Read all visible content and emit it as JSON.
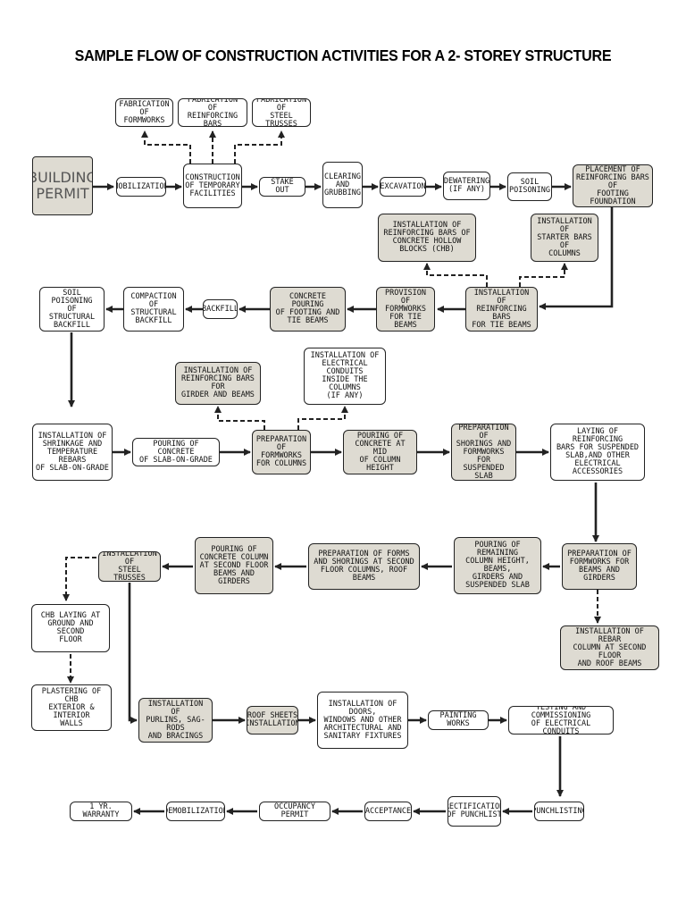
{
  "title": "SAMPLE FLOW OF CONSTRUCTION ACTIVITIES FOR A 2- STOREY STRUCTURE",
  "nodes": {
    "building_permit": "BUILDING\nPERMIT",
    "fab_formworks": "FABRICATION\nOF FORMWORKS",
    "fab_rebar": "FABRICATION OF\nREINFORCING BARS",
    "fab_trusses": "FABRICATION OF\nSTEEL TRUSSES",
    "mobilization": "MOBILIZATION",
    "temp_facilities": "CONSTRUCTION\nOF TEMPORARY\nFACILITIES",
    "stake_out": "STAKE OUT",
    "clearing": "CLEARING\nAND\nGRUBBING",
    "excavation": "EXCAVATION",
    "dewatering": "DEWATERING\n(IF ANY)",
    "soil_poisoning_1": "SOIL\nPOISONING",
    "footing_rebar": "PLACEMENT OF\nREINFORCING BARS OF\nFOOTING FOUNDATION",
    "chb_rebar": "INSTALLATION OF\nREINFORCING BARS OF\nCONCRETE HOLLOW BLOCKS (CHB)",
    "starter_bars": "INSTALLATION OF\nSTARTER BARS OF\nCOLUMNS",
    "tie_beam_rebar": "INSTALLATION OF\nREINFORCING BARS\nFOR TIE BEAMS",
    "tie_beam_forms": "PROVISION OF\nFORMWORKS\nFOR TIE BEAMS",
    "pour_footing": "CONCRETE POURING\nOF FOOTING AND\nTIE BEAMS",
    "backfill": "BACKFILL",
    "compaction": "COMPACTION\nOF STRUCTURAL\nBACKFILL",
    "soil_poisoning_2": "SOIL POISONING\nOF STRUCTURAL\nBACKFILL",
    "girder_rebar": "INSTALLATION OF\nREINFORCING BARS FOR\nGIRDER AND BEAMS",
    "elec_conduits": "INSTALLATION OF\nELECTRICAL CONDUITS\nINSIDE THE COLUMNS\n(IF ANY)",
    "shrinkage_rebar": "INSTALLATION OF\nSHRINKAGE AND\nTEMPERATURE REBARS\nOF SLAB-ON-GRADE",
    "pour_slab_grade": "POURING OF CONCRETE\nOF SLAB-ON-GRADE",
    "column_forms": "PREPARATION\nOF FORMWORKS\nFOR COLUMNS",
    "pour_mid_column": "POURING OF\nCONCRETE AT MID\nOF COLUMN HEIGHT",
    "shorings_slab": "PREPARATION OF\nSHORINGS AND\nFORMWORKS FOR\nSUSPENDED SLAB",
    "slab_rebar": "LAYING OF REINFORCING\nBARS FOR SUSPENDED\nSLAB,AND OTHER\nELECTRICAL ACCESSORIES",
    "beam_forms": "PREPARATION OF\nFORMWORKS FOR\nBEAMS AND GIRDERS",
    "pour_remaining": "POURING OF REMAINING\nCOLUMN HEIGHT, BEAMS,\nGIRDERS AND\nSUSPENDED SLAB",
    "second_floor_forms": "PREPARATION OF FORMS\nAND SHORINGS AT SECOND\nFLOOR COLUMNS, ROOF BEAMS",
    "pour_second_floor": "POURING OF\nCONCRETE COLUMN\nAT SECOND FLOOR\nBEAMS AND GIRDERS",
    "steel_trusses": "INSTALLATION OF\nSTEEL TRUSSES",
    "rebar_column_2f": "INSTALLATION OF REBAR\nCOLUMN AT SECOND FLOOR\nAND ROOF BEAMS",
    "chb_laying": "CHB LAYING AT\nGROUND AND SECOND\nFLOOR",
    "plastering": "PLASTERING OF CHB\nEXTERIOR & INTERIOR\nWALLS",
    "purlins": "INSTALLATION OF\nPURLINS, SAG-RODS\nAND BRACINGS",
    "roof_sheets": "ROOF SHEETS\nINSTALLATION",
    "doors_windows": "INSTALLATION OF DOORS,\nWINDOWS AND OTHER\nARCHITECTURAL AND\nSANITARY FIXTURES",
    "painting": "PAINTING WORKS",
    "testing": "TESTING AND COMMISSIONING\nOF ELECTRICAL CONDUITS",
    "punchlisting": "PUNCHLISTING",
    "rectification": "RECTIFICATION\nOF PUNCHLIST",
    "acceptance": "ACCEPTANCE",
    "occupancy": "OCCUPANCY PERMIT",
    "demobilization": "DEMOBILIZATION",
    "warranty": "1 YR. WARRANTY"
  },
  "colors": {
    "gray_fill": "#dedbd2",
    "white_fill": "#ffffff",
    "line": "#222222"
  }
}
